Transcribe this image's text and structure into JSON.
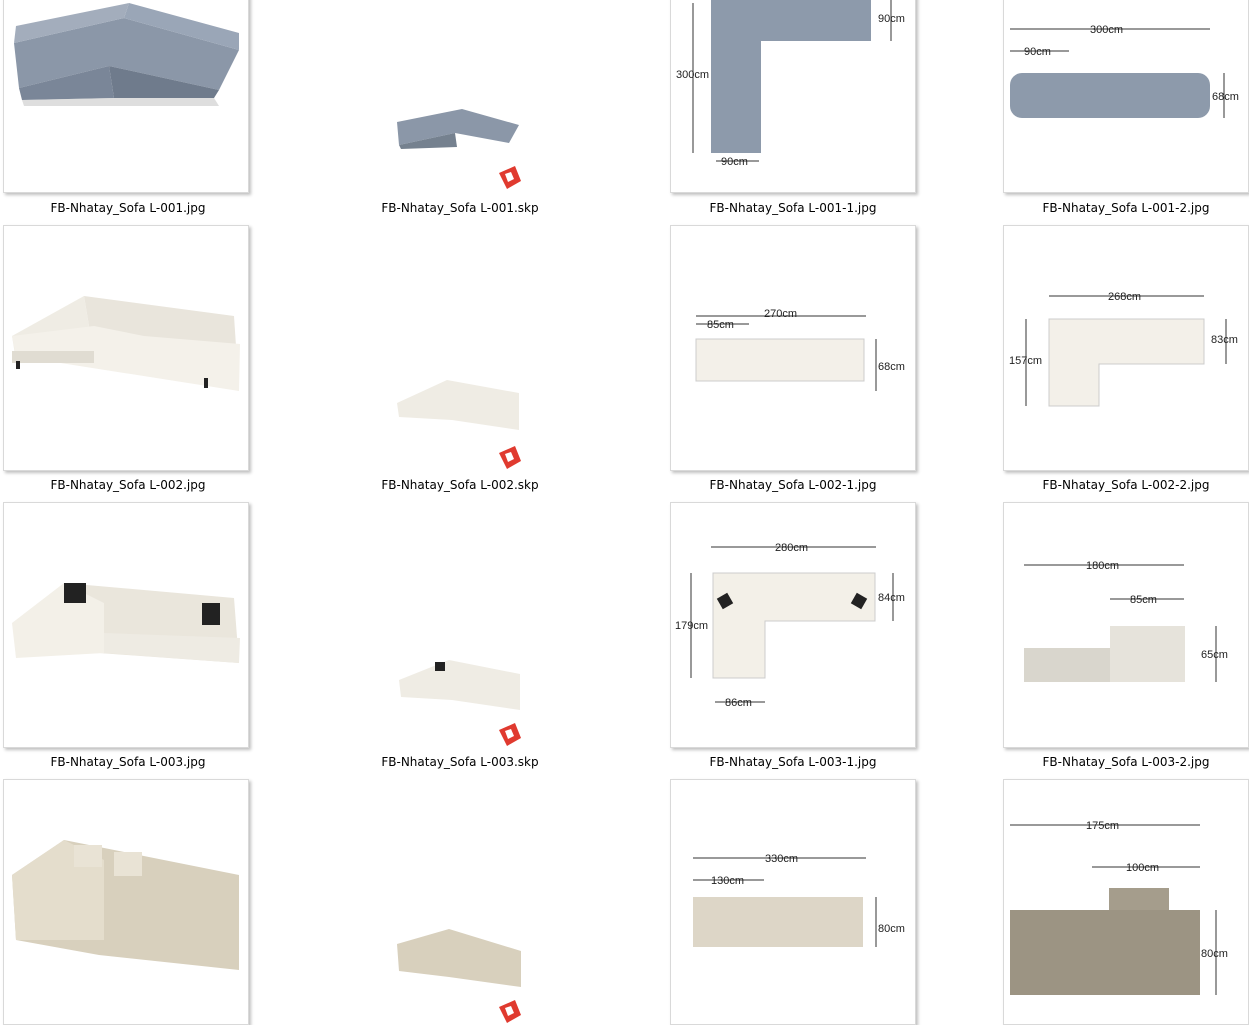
{
  "files": [
    {
      "name": "FB-Nhatay_Sofa L-001.jpg",
      "dims": []
    },
    {
      "name": "FB-Nhatay_Sofa L-001.skp",
      "dims": []
    },
    {
      "name": "FB-Nhatay_Sofa L-001-1.jpg",
      "dims": [
        "90cm",
        "300cm",
        "90cm"
      ]
    },
    {
      "name": "FB-Nhatay_Sofa L-001-2.jpg",
      "dims": [
        "300cm",
        "90cm",
        "68cm"
      ]
    },
    {
      "name": "FB-Nhatay_Sofa L-002.jpg",
      "dims": []
    },
    {
      "name": "FB-Nhatay_Sofa L-002.skp",
      "dims": []
    },
    {
      "name": "FB-Nhatay_Sofa L-002-1.jpg",
      "dims": [
        "270cm",
        "85cm",
        "68cm"
      ]
    },
    {
      "name": "FB-Nhatay_Sofa L-002-2.jpg",
      "dims": [
        "268cm",
        "83cm",
        "157cm"
      ]
    },
    {
      "name": "FB-Nhatay_Sofa L-003.jpg",
      "dims": []
    },
    {
      "name": "FB-Nhatay_Sofa L-003.skp",
      "dims": []
    },
    {
      "name": "FB-Nhatay_Sofa L-003-1.jpg",
      "dims": [
        "280cm",
        "84cm",
        "179cm",
        "86cm"
      ]
    },
    {
      "name": "FB-Nhatay_Sofa L-003-2.jpg",
      "dims": [
        "180cm",
        "85cm",
        "65cm"
      ]
    },
    {
      "name": "",
      "dims": []
    },
    {
      "name": "",
      "dims": []
    },
    {
      "name": "",
      "dims": [
        "330cm",
        "130cm",
        "80cm"
      ]
    },
    {
      "name": "",
      "dims": [
        "175cm",
        "100cm",
        "80cm"
      ]
    }
  ],
  "icon": "sketchup-file-icon",
  "colors": {
    "gray_fabric": "#8b97a8",
    "cream_fabric": "#efece4",
    "beige_fabric": "#d8d0bd",
    "taupe_fabric": "#9c9483"
  }
}
